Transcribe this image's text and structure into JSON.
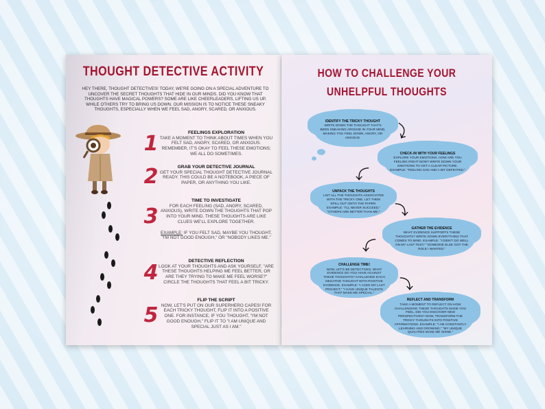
{
  "left_page": {
    "title": "THOUGHT DETECTIVE ACTIVITY",
    "intro": "HEY THERE, THOUGHT DETECTIVES! TODAY, WE'RE GOING ON A SPECIAL ADVENTURE TO UNCOVER THE SECRET THOUGHTS THAT HIDE IN OUR MINDS. DID YOU KNOW THAT THOUGHTS HAVE MAGICAL POWERS? SOME ARE LIKE CHEERLEADERS, LIFTING US UP, WHILE OTHERS TRY TO BRING US DOWN. OUR MISSION IS TO NOTICE THESE SNEAKY THOUGHTS, ESPECIALLY WHEN WE FEEL SAD, ANGRY, SCARED, OR ANXIOUS.",
    "steps": [
      {
        "number": "1",
        "heading": "FEELINGS EXPLORATION",
        "body": "TAKE A MOMENT TO THINK ABOUT TIMES WHEN YOU FELT SAD, ANGRY, SCARED, OR ANXIOUS. REMEMBER, IT'S OKAY TO FEEL THESE EMOTIONS; WE ALL DO SOMETIMES."
      },
      {
        "number": "2",
        "heading": "GRAB YOUR DETECTIVE JOURNAL",
        "body": "GET YOUR SPECIAL THOUGHT DETECTIVE JOURNAL READY. THIS COULD BE A NOTEBOOK, A PIECE OF PAPER, OR ANYTHING YOU LIKE."
      },
      {
        "number": "3",
        "heading": "TIME TO INVESTIGATE",
        "body": "FOR EACH FEELING (SAD, ANGRY, SCARED, ANXIOUS), WRITE DOWN THE THOUGHTS THAT POP INTO YOUR MIND. THESE THOUGHTS ARE LIKE CLUES WE'LL EXPLORE TOGETHER.",
        "example_label": "EXAMPLE:",
        "example": "IF YOU FELT SAD, MAYBE YOU THOUGHT, \"I'M NOT GOOD ENOUGH,\" OR \"NOBODY LIKES ME.\""
      },
      {
        "number": "4",
        "heading": "DETECTIVE REFLECTION",
        "body": "LOOK AT YOUR THOUGHTS AND ASK YOURSELF, \"ARE THESE THOUGHTS HELPING ME FEEL BETTER, OR ARE THEY TRYING TO MAKE ME FEEL WORSE?\" CIRCLE THE THOUGHTS THAT FEEL A BIT TRICKY."
      },
      {
        "number": "5",
        "heading": "FLIP THE SCRIPT",
        "body": "NOW, LET'S PUT ON OUR SUPERHERO CAPES! FOR EACH TRICKY THOUGHT, FLIP IT INTO A POSITIVE ONE. FOR INSTANCE, IF YOU THOUGHT, \"I'M NOT GOOD ENOUGH,\" FLIP IT TO \"I AM UNIQUE AND SPECIAL JUST AS I AM.\""
      }
    ]
  },
  "right_page": {
    "title": "HOW TO CHALLENGE YOUR UNHELPFUL THOUGHTS",
    "clouds": [
      {
        "heading": "IDENTIFY THE TRICKY THOUGHT",
        "body": "WRITE DOWN THE THOUGHT THAT'S BEEN SNEAKING AROUND IN YOUR MIND, MAKING YOU FEEL DOWN, ANGRY, OR ANXIOUS."
      },
      {
        "heading": "CHECK-IN WITH YOUR FEELINGS",
        "body": "EXPLORE YOUR EMOTIONS. HOW ARE YOU FEELING RIGHT NOW? WRITE DOWN YOUR EMOTIONS TO GET A CLEAR PICTURE. EXAMPLE: \"FEELING SAD AND A BIT DEFEATED.\""
      },
      {
        "heading": "UNPACK THE THOUGHTS",
        "body": "LIST ALL THE THOUGHTS ASSOCIATED WITH THE TRICKY ONE. LET THEM SPILL OUT ONTO THE PAPER. EXAMPLE: \"I'LL NEVER SUCCEED,\" \"OTHERS ARE BETTER THAN ME.\""
      },
      {
        "heading": "GATHER THE EVIDENCE",
        "body": "WHAT EVIDENCE SUPPORTS THESE THOUGHTS? WRITE DOWN EVERYTHING THAT COMES TO MIND. EXAMPLE: \"I DIDN'T DO WELL ON MY LAST TEST,\" \"SOMEONE ELSE GOT THE ROLE I WANTED.\""
      },
      {
        "heading": "CHALLENGE TIME!",
        "body": "NOW, LET'S BE DETECTIVES. WHAT EVIDENCE DO YOU HAVE AGAINST THESE THOUGHTS? CHALLENGE EACH NEGATIVE THOUGHT WITH POSITIVE EVIDENCE. EXAMPLE: \"I ACED MY LAST PROJECT,\" \"I HAVE UNIQUE TALENTS THAT MAKE ME SPECIAL.\""
      },
      {
        "heading": "REFLECT AND TRANSFORM",
        "body": "TAKE A MOMENT TO REFLECT ON HOW CHALLENGING THESE THOUGHTS MADE YOU FEEL. DID YOU DISCOVER NEW PERSPECTIVES? NOW, TRANSFORM THE TRICKY THOUGHTS INTO POSITIVE AFFIRMATIONS. EXAMPLE: \"I AM CONSTANTLY LEARNING AND GROWING,\" \"MY UNIQUE QUALITIES MAKE ME SHINE.\""
      }
    ]
  },
  "colors": {
    "title": "#a3142f",
    "numbers": "#c0263e",
    "cloud": "#8ec3e6"
  }
}
